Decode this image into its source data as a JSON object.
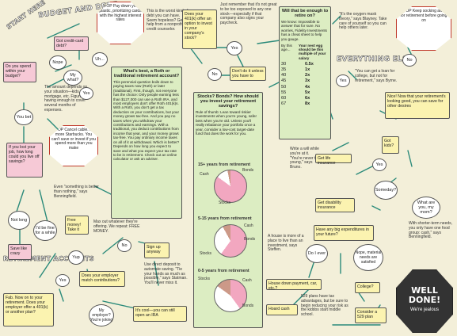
{
  "headings": {
    "start_here": "START HERE",
    "budget_and_debt": "BUDGET AND DEBT",
    "everything_else": "EVERYTHING ELSE",
    "retirement_accounts": "RETIREMENT ACCOUNTS",
    "well_done": "WELL DONE!",
    "were_jealous": "We're jealous"
  },
  "budget": {
    "got_credit_card_debt": "Got credit-card debt?",
    "stop_pay_down": "STOP Pay down your plastic, prioritizing cards with the highest interest rates",
    "worst_debt_note": "This is the worst kind of debt you can have. Seem hopeless? Get help from a nonprofit credit counselor.",
    "nope": "Nope",
    "uh": "Uh...",
    "do_you_spend": "Do you spend within your budget?",
    "my_what": "My what?",
    "amount_depends": "The amount depends on your situation—kids, mortgage, etc. Figure on having enough to cover several months of expenses.",
    "you_bet": "You bet",
    "yes": "Yes",
    "stop_cancel_cable": "STOP Cancel cable. No more Starbucks. You can't save or invest if you spend more than you make",
    "if_you_lost_job": "If you lost your job, how long could you live off savings?",
    "even_something": "Even \"something is better than nothing,\" says Benningfield.",
    "not_long": "Not long",
    "id_be_fine": "I'd be fine for a while",
    "save_like_crazy": "Save like crazy"
  },
  "retirement401k": {
    "does_401k_offer": "Does your 401(k) offer an option to invest in your company's stock?",
    "remember_note": "Just remember that it's not great to be too exposed to any one stock—especially if that company also signs your paycheck.",
    "yes": "Yes",
    "no": "No",
    "dont_do_it": "Don't do it unless you have to",
    "free_money": "Free money! Take it",
    "max_out": "Max out whatever they're offering. We repeat: FREE MONEY.",
    "yup": "Yup",
    "no2": "No",
    "does_employer_match": "Does your employer match contributions?",
    "sign_up_anyway": "Sign up anyway",
    "use_direct_deposit": "Use direct deposit to automate saving. \"Tie your hands as much as possible,\" says Statman. You'll never miss it.",
    "fab_now_on": "Fab. Now on to your retirement. Does your employer offer a 401(k) or another plan?",
    "my_employer": "My employer? You're joking",
    "its_cool": "It's cool—you can still open an IRA"
  },
  "roth": {
    "title": "What's best, a Roth or traditional retirement account?",
    "body": "This perennial question boils down to paying taxes now (Roth) or later (traditional). First, though, not everyone has the choice: Only people earning less than $127,000 can use a Roth IRA, and most employers don't offer Roth 401(k)s. With a Roth, you don't get a tax deduction on your contributions, but your money grows tax-free. And you pay no taxes when you withdraw your contributions and earnings. With a traditional, you deduct contributions from income that year, and your money grows tax-free. You pay ordinary income taxes on all of it at withdrawal. Which is better? Depends on how long you expect to save and what you expect your tax rate to be in retirement. Check out an online calculator or ask an adviser."
  },
  "stocks": {
    "title": "Stocks? Bonds? How should you invest your retirement savings?",
    "rule": "Rule of thumb: Lean toward riskier investments when you're young, safer bets when you're old. Unless you'll really rebalance your portfolio once a year, consider a low-cost target-date fund that does the work for you.",
    "p15": "15+ years from retirement",
    "p5_15": "5-15 years from retirement",
    "p0_5": "0-5 years from retirement",
    "stocks_label": "Stocks",
    "bonds_label": "Bonds",
    "cash_label": "Cash"
  },
  "enough": {
    "question": "Will that be enough to retire on?",
    "we_know": "We know: Impossible to answer that for sure. No worries, Fidelity Investments has a cheat sheet to help you gauge.",
    "col_age": "By this age...",
    "col_nest": "Your nest egg should be this multiple of your salary",
    "rows": [
      [
        "30",
        "0.5x"
      ],
      [
        "35",
        "1x"
      ],
      [
        "40",
        "2x"
      ],
      [
        "45",
        "3x"
      ],
      [
        "50",
        "4x"
      ],
      [
        "55",
        "5x"
      ],
      [
        "60",
        "6x"
      ],
      [
        "67",
        "8x"
      ]
    ]
  },
  "else": {
    "oxygen": "\"It's the oxygen mask theory,\" says Blayney. Take care of yourself so you can help others later.",
    "stop_keep": "STOP Keep socking away for retirement before going on",
    "no": "No",
    "yes": "Yes",
    "loan_note": "\"You can get a loan for college, but not for retirement,\" says Byrne.",
    "nice": "Nice! Now that your retirement's looking good, you can save for other desires",
    "got_kids": "Got kids?",
    "write_will": "Write a will while you're at it. \"You're never too young,\" says Bruno.",
    "get_life_insurance": "Get life insurance",
    "someday": "Someday?",
    "get_disability": "Get disability insurance",
    "what_are_you": "What are you, my mom?",
    "big_expenditures": "Have any big expenditures in your future?",
    "shorter_term": "With shorter-term needs, you only have one food group: cash,\" says Benningfield.",
    "house_note": "A house is more of a place to live than an investment, says Steffen.",
    "do_i_ever": "Do I ever",
    "nope_material": "Nope, material needs are satisfied",
    "house_down": "House down payment, car, etc.?",
    "college": "College?",
    "hoard_cash": "Hoard cash",
    "plan_529": "529 plans have tax advantages, but be sure to begin reducing your risk as the kiddos start middle school.",
    "consider_529": "Consider a 529 plan"
  },
  "colors": {
    "pink": "#f6c9d6",
    "green": "#dcedc2",
    "yellow": "#fbf3b0",
    "stop_red": "#c0392b",
    "background": "#f3efd9",
    "teal_line": "#2a8a7a"
  }
}
